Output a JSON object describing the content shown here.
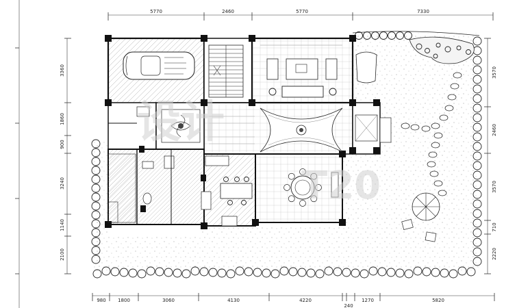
{
  "drawing": {
    "top_dimensions": [
      "5770",
      "2460",
      "5770",
      "7330"
    ],
    "bottom_dimensions": [
      "980",
      "1800",
      "3060",
      "4130",
      "4220",
      "240",
      "1270",
      "5820"
    ],
    "left_dimensions": [
      "3360",
      "1860",
      "900",
      "3240",
      "1140",
      "2100"
    ],
    "right_dimensions": [
      "3570",
      "2460",
      "3570",
      "710",
      "2220"
    ]
  }
}
